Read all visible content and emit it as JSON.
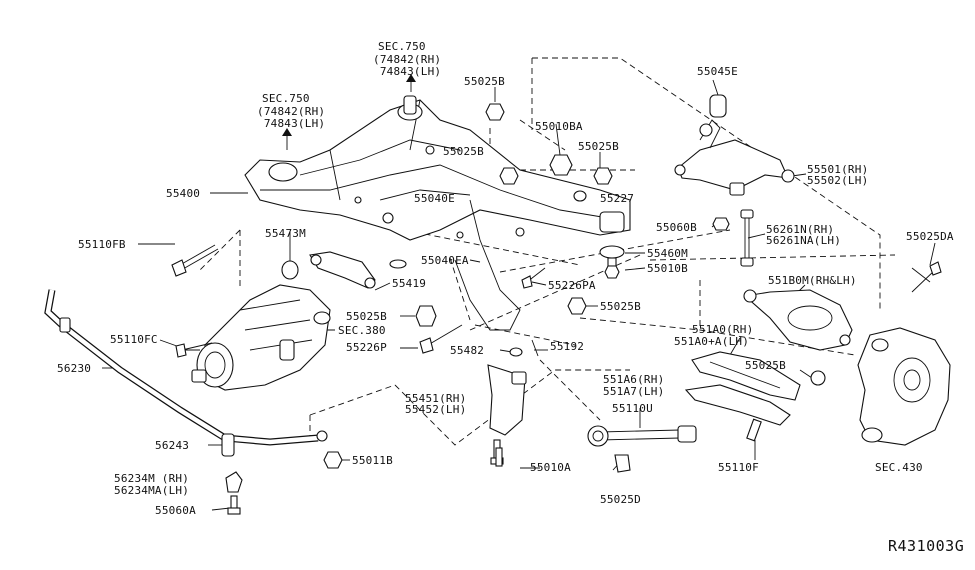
{
  "labels": {
    "sec750_a_title": "SEC.750",
    "sec750_a_rh": "(74842(RH)",
    "sec750_a_lh": " 74843(LH)",
    "sec750_b_title": "SEC.750",
    "sec750_b_rh": "(74842(RH)",
    "sec750_b_lh": " 74843(LH)",
    "p55025B_top": "55025B",
    "p55400": "55400",
    "p55010BA": "55010BA",
    "p55025B_mid": "55025B",
    "p55025B_right": "55025B",
    "p55227": "55227",
    "p55040E": "55040E",
    "p55045E": "55045E",
    "p55501_rh": "55501(RH)",
    "p55502_lh": "55502(LH)",
    "p55060B": "55060B",
    "p56261N_rh": "56261N(RH)",
    "p56261NA_lh": "56261NA(LH)",
    "p55025DA": "55025DA",
    "p55110FB": "55110FB",
    "p55473M": "55473M",
    "p55040EA": "55040EA",
    "p55460M": "55460M",
    "p55010B": "55010B",
    "p55226PA": "55226PA",
    "p55419": "55419",
    "p551B0M": "551B0M(RH&LH)",
    "p55025B_lower": "55025B",
    "p55025B_sec380": "55025B",
    "sec380": "SEC.380",
    "p55110FC": "55110FC",
    "p55226P": "55226P",
    "p55482": "55482",
    "p55192": "55192",
    "p551A0_rh": "551A0(RH)",
    "p551A0A_lh": "551A0+A(LH)",
    "p55025B_knuckle": "55025B",
    "p56230": "56230",
    "p55451_rh": "55451(RH)",
    "p55452_lh": "55452(LH)",
    "p551A6_rh": "551A6(RH)",
    "p551A7_lh": "551A7(LH)",
    "p55110U": "55110U",
    "p56243": "56243",
    "p55011B": "55011B",
    "p55010A": "55010A",
    "p55110F": "55110F",
    "sec430": "SEC.430",
    "p56234M_rh": "56234M (RH)",
    "p56234MA_lh": "56234MA(LH)",
    "p55060A": "55060A",
    "p55025D": "55025D",
    "diagram_code": "R431003G"
  },
  "colors": {
    "ink": "#111111",
    "background": "#ffffff"
  }
}
